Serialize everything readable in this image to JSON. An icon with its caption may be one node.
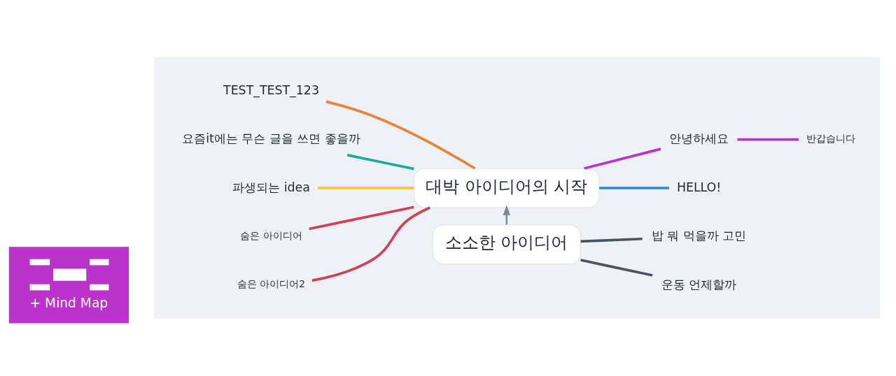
{
  "diagram": {
    "nodes": [
      {
        "text": [
          "+ Mind Map"
        ]
      },
      {
        "text": [],
        "shape": "box"
      },
      {
        "text": [
          "TEST_TEST_123"
        ],
        "in": 1
      },
      {
        "text": [
          "요즘it에는 무슨 글을 쓰면 좋을까"
        ],
        "in": 1
      },
      {
        "text": [
          "안녕하세요"
        ],
        "in": 1
      },
      {
        "text": [
          "반갑습니다"
        ],
        "in": 1
      },
      {
        "text": [
          "대박 아이디어의 시작"
        ],
        "in": 1
      },
      {
        "text": [
          "파생되는 idea"
        ],
        "in": 1
      },
      {
        "text": [
          "HELLO!"
        ],
        "in": 1
      },
      {
        "text": [
          "숨은 아이디어"
        ],
        "in": 1
      },
      {
        "text": [
          "숨은 아이디어2"
        ],
        "in": 1
      },
      {
        "text": [
          "소소한 아이디어"
        ],
        "in": 1
      },
      {
        "text": [
          "밥 뭐 먹을까 고민"
        ],
        "in": 1
      },
      {
        "text": [
          "운동 언제할까"
        ],
        "in": 1
      }
    ],
    "edges": [
      {
        "from": 2,
        "to": 6,
        "arrow": "none",
        "color": "#e8833a"
      },
      {
        "from": 3,
        "to": 6,
        "arrow": "none",
        "color": "#1aab9b"
      },
      {
        "from": 7,
        "to": 6,
        "arrow": "none",
        "color": "#f5c431"
      },
      {
        "from": 9,
        "to": 6,
        "arrow": "none",
        "color": "#d33f55"
      },
      {
        "from": 10,
        "to": 6,
        "arrow": "none",
        "color": "#d33f55"
      },
      {
        "from": 6,
        "to": 8,
        "arrow": "none",
        "color": "#2b86d9"
      },
      {
        "from": 6,
        "to": 4,
        "arrow": "none",
        "color": "#bb33cc"
      },
      {
        "from": 4,
        "to": 5,
        "arrow": "none",
        "color": "#bb33cc"
      },
      {
        "from": 11,
        "to": 6,
        "arrow": "to",
        "color": "#7d8a99"
      },
      {
        "from": 11,
        "to": 13,
        "arrow": "none",
        "color": "#4a5563"
      },
      {
        "from": 11,
        "to": 12,
        "arrow": "none",
        "color": "#4a5563"
      }
    ]
  }
}
